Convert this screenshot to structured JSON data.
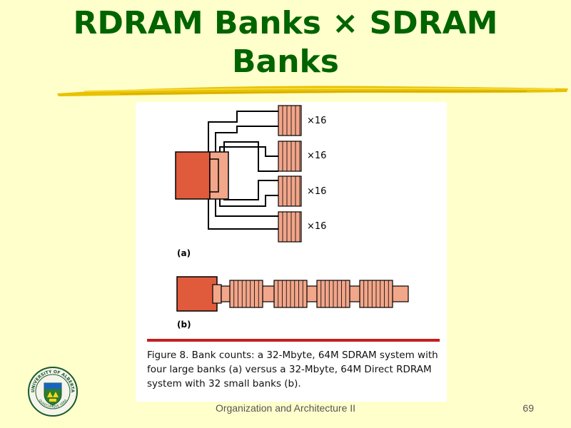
{
  "slide": {
    "title_line1": "RDRAM Banks × SDRAM",
    "title_line2": "Banks",
    "footer": "Organization and Architecture II",
    "page_number": "69"
  },
  "figure": {
    "label_a": "(a)",
    "label_b": "(b)",
    "bank_labels": [
      "×16",
      "×16",
      "×16",
      "×16"
    ],
    "caption": "Figure 8. Bank counts: a 32-Mbyte, 64M SDRAM system with four large banks (a) versus a 32-Mbyte, 64M Direct RDRAM system with 32 small banks (b)."
  },
  "logo": {
    "top_text": "UNIVERSITY OF ALBERTA",
    "bottom_text": "QUAECUMQUE VERA"
  },
  "colors": {
    "background": "#FFFFCC",
    "title": "#006400",
    "controller": "#E05A3C",
    "bank": "#F2A68A",
    "rule": "#C41E1E"
  }
}
